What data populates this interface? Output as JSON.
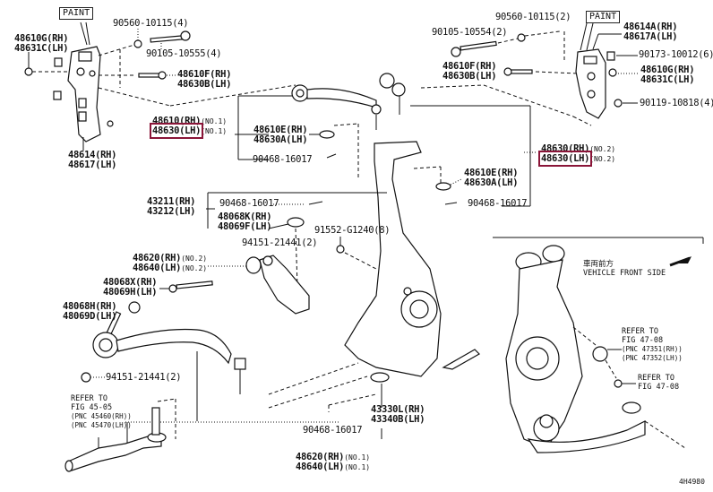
{
  "diagram": {
    "title": "Front suspension arm / steering knuckle parts diagram",
    "figure_id": "4H4980",
    "highlight_color": "#8a1538",
    "paint_tags": [
      "PAINT",
      "PAINT"
    ],
    "labels": {
      "left_bracket": {
        "rh": "48610G(RH)",
        "lh": "48631C(LH)"
      },
      "left_bracket_body": {
        "rh": "48614(RH)",
        "lh": "48617(LH)"
      },
      "left_nut": "90560-10115(4)",
      "left_bolt": "90105-10555(4)",
      "left_bolt2": {
        "rh": "48610F(RH)",
        "lh": "48630B(LH)"
      },
      "upper_arm_left": {
        "rh": "48610(RH)",
        "lh": "48630(LH)",
        "rh_note": "(NO.1)",
        "lh_note": "(NO.1)"
      },
      "upper_arm_bushing_left": {
        "rh": "48610E(RH)",
        "lh": "48630A(LH)"
      },
      "clip_left": "90468-16017",
      "right_nut": "90560-10115(2)",
      "right_bolt": "90105-10554(2)",
      "right_bolt2": {
        "rh": "48610F(RH)",
        "lh": "48630B(LH)"
      },
      "right_bracket_body": {
        "rh": "48614A(RH)",
        "lh": "48617A(LH)"
      },
      "right_clip": "90173-10012(6)",
      "right_bracket": {
        "rh": "48610G(RH)",
        "lh": "48631C(LH)"
      },
      "right_bolt3": "90119-10818(4)",
      "upper_arm_right": {
        "rh": "48630(RH)",
        "lh": "48630(LH)",
        "rh_note": "(NO.2)",
        "lh_note": "(NO.2)"
      },
      "upper_arm_bushing_right": {
        "rh": "48610E(RH)",
        "lh": "48630A(LH)"
      },
      "clip_right": "90468-16017",
      "knuckle": {
        "rh": "43211(RH)",
        "lh": "43212(LH)"
      },
      "knuckle_clip": "90468-16017",
      "knuckle_nut": {
        "rh": "48068K(RH)",
        "lh": "48069F(LH)"
      },
      "knuckle_bolt": "91552-G1240(8)",
      "lower_nut": "94151-21441(2)",
      "lower_arm_no2": {
        "rh": "48620(RH)",
        "lh": "48640(LH)",
        "rh_note": "(NO.2)",
        "lh_note": "(NO.2)"
      },
      "lower_bolt": {
        "rh": "48068X(RH)",
        "lh": "48069H(LH)"
      },
      "lower_bolt2": {
        "rh": "48068H(RH)",
        "lh": "48069D(LH)"
      },
      "lower_nut2": "94151-21441(2)",
      "tie_rod_ref": {
        "line1": "REFER TO",
        "line2": "FIG 45-05",
        "line3": "(PNC 45460(RH))",
        "line4": "(PNC 45470(LH))"
      },
      "lower_clip": "90468-16017",
      "ball_joint": {
        "rh": "43330L(RH)",
        "lh": "43340B(LH)"
      },
      "lower_arm_no1": {
        "rh": "48620(RH)",
        "lh": "48640(LH)",
        "rh_note": "(NO.1)",
        "lh_note": "(NO.1)"
      },
      "inset_direction": {
        "jp": "車両前方",
        "en": "VEHICLE FRONT SIDE"
      },
      "sensor_ref": {
        "line1": "REFER TO",
        "line2": "FIG 47-08",
        "line3": "(PNC 47351(RH))",
        "line4": "(PNC 47352(LH))"
      },
      "sensor_ref2": {
        "line1": "REFER TO",
        "line2": "FIG 47-08"
      }
    }
  }
}
